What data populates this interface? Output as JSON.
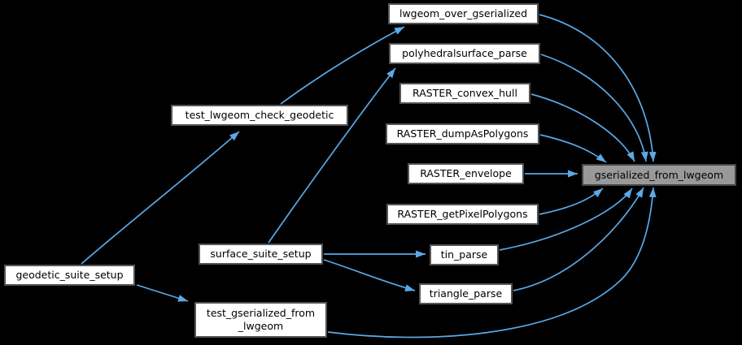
{
  "graph": {
    "type": "caller-graph",
    "colors": {
      "background": "#000000",
      "edge": "#5aa9e8",
      "node_fill": "#ffffff",
      "node_border": "#545454",
      "node_text": "#000000",
      "target_fill": "#999999",
      "target_border": "#454545"
    },
    "nodes": [
      {
        "id": "lwgeom_over_gserialized",
        "label": "lwgeom_over_gserialized"
      },
      {
        "id": "polyhedralsurface_parse",
        "label": "polyhedralsurface_parse"
      },
      {
        "id": "RASTER_convex_hull",
        "label": "RASTER_convex_hull"
      },
      {
        "id": "RASTER_dumpAsPolygons",
        "label": "RASTER_dumpAsPolygons"
      },
      {
        "id": "RASTER_envelope",
        "label": "RASTER_envelope"
      },
      {
        "id": "RASTER_getPixelPolygons",
        "label": "RASTER_getPixelPolygons"
      },
      {
        "id": "tin_parse",
        "label": "tin_parse"
      },
      {
        "id": "triangle_parse",
        "label": "triangle_parse"
      },
      {
        "id": "test_lwgeom_check_geodetic",
        "label": "test_lwgeom_check_geodetic"
      },
      {
        "id": "surface_suite_setup",
        "label": "surface_suite_setup"
      },
      {
        "id": "geodetic_suite_setup",
        "label": "geodetic_suite_setup"
      },
      {
        "id": "test_gserialized_from_lwgeom",
        "label": "test_gserialized_from\n_lwgeom"
      },
      {
        "id": "gserialized_from_lwgeom",
        "label": "gserialized_from_lwgeom",
        "highlighted": true
      }
    ],
    "edges": [
      {
        "from": "geodetic_suite_setup",
        "to": "test_lwgeom_check_geodetic"
      },
      {
        "from": "geodetic_suite_setup",
        "to": "test_gserialized_from_lwgeom"
      },
      {
        "from": "test_lwgeom_check_geodetic",
        "to": "lwgeom_over_gserialized"
      },
      {
        "from": "surface_suite_setup",
        "to": "polyhedralsurface_parse"
      },
      {
        "from": "surface_suite_setup",
        "to": "tin_parse"
      },
      {
        "from": "surface_suite_setup",
        "to": "triangle_parse"
      },
      {
        "from": "lwgeom_over_gserialized",
        "to": "gserialized_from_lwgeom"
      },
      {
        "from": "polyhedralsurface_parse",
        "to": "gserialized_from_lwgeom"
      },
      {
        "from": "RASTER_convex_hull",
        "to": "gserialized_from_lwgeom"
      },
      {
        "from": "RASTER_dumpAsPolygons",
        "to": "gserialized_from_lwgeom"
      },
      {
        "from": "RASTER_envelope",
        "to": "gserialized_from_lwgeom"
      },
      {
        "from": "RASTER_getPixelPolygons",
        "to": "gserialized_from_lwgeom"
      },
      {
        "from": "tin_parse",
        "to": "gserialized_from_lwgeom"
      },
      {
        "from": "triangle_parse",
        "to": "gserialized_from_lwgeom"
      },
      {
        "from": "test_gserialized_from_lwgeom",
        "to": "gserialized_from_lwgeom"
      }
    ]
  }
}
